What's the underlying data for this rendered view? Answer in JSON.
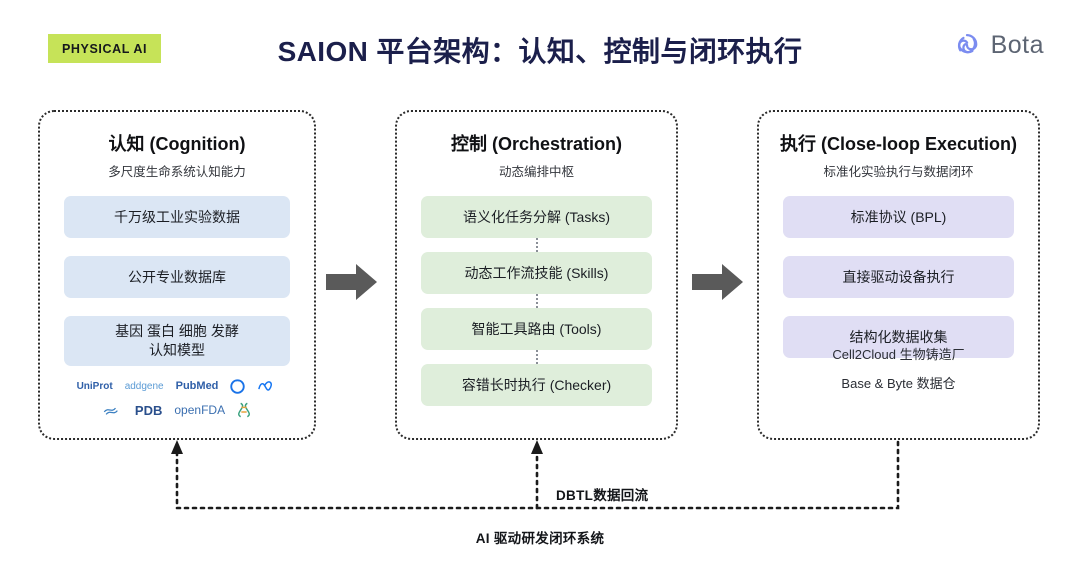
{
  "header": {
    "badge": "PHYSICAL AI",
    "title": "SAION 平台架构：认知、控制与闭环执行",
    "logo_text": "Bota",
    "logo_icon": "bota-spiral-icon"
  },
  "colors": {
    "badge_bg": "#c6e358",
    "title": "#1b1f4b",
    "card_blue": "#dbe6f4",
    "card_green": "#dfeedb",
    "card_purple": "#e0def4",
    "arrow": "#5a5a5a",
    "logo": "#7b8cf0"
  },
  "panels": [
    {
      "id": "cognition",
      "title_cn": "认知",
      "title_en": "(Cognition)",
      "subtitle": "多尺度生命系统认知能力",
      "card_style": "blue",
      "cards": [
        {
          "label": "千万级工业实验数据",
          "tall": false
        },
        {
          "label": "公开专业数据库",
          "tall": false
        },
        {
          "label": "基因 蛋白 细胞 发酵\n认知模型",
          "tall": true
        }
      ],
      "logo_rows": [
        [
          "UniProt",
          "addgene",
          "PubMed",
          "bota-swirl-icon",
          "meta-infinity-icon"
        ],
        [
          "ncbi-icon",
          "PDB",
          "openFDA",
          "dna-helix-icon"
        ]
      ],
      "notes": []
    },
    {
      "id": "orchestration",
      "title_cn": "控制",
      "title_en": "(Orchestration)",
      "subtitle": "动态编排中枢",
      "card_style": "green",
      "cards": [
        {
          "label": "语义化任务分解 (Tasks)",
          "tall": false
        },
        {
          "label": "动态工作流技能 (Skills)",
          "tall": false
        },
        {
          "label": "智能工具路由 (Tools)",
          "tall": false
        },
        {
          "label": "容错长时执行 (Checker)",
          "tall": false
        }
      ],
      "logo_rows": [],
      "notes": []
    },
    {
      "id": "execution",
      "title_cn": "执行",
      "title_en": "(Close-loop Execution)",
      "subtitle": "标准化实验执行与数据闭环",
      "card_style": "purple",
      "cards": [
        {
          "label": "标准协议 (BPL)",
          "tall": false
        },
        {
          "label": "直接驱动设备执行",
          "tall": false
        },
        {
          "label": "结构化数据收集",
          "tall": false
        }
      ],
      "logo_rows": [],
      "notes": [
        "Cell2Cloud 生物铸造厂",
        "Base & Byte 数据仓"
      ]
    }
  ],
  "arrows": [
    {
      "name": "arrow-cognition-to-orchestration"
    },
    {
      "name": "arrow-orchestration-to-execution"
    }
  ],
  "loop": {
    "dbtl_label": "DBTL数据回流",
    "bottom_label": "AI 驱动研发闭环系统"
  }
}
